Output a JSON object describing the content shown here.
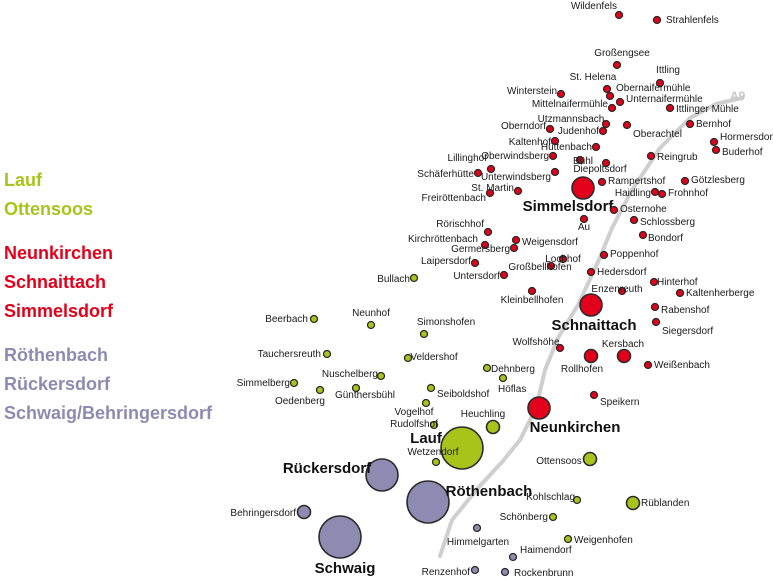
{
  "colors": {
    "green": "#a8c41a",
    "red": "#e2001a",
    "purple": "#8e8ab2",
    "road": "#cfcfcf"
  },
  "legend": [
    {
      "label": "Lauf",
      "group": "green"
    },
    {
      "label": "Ottensoos",
      "group": "green"
    },
    {
      "label": "Neunkirchen",
      "group": "red"
    },
    {
      "label": "Schnaittach",
      "group": "red"
    },
    {
      "label": "Simmelsdorf",
      "group": "red"
    },
    {
      "label": "Röthenbach",
      "group": "purple"
    },
    {
      "label": "Rückersdorf",
      "group": "purple"
    },
    {
      "label": "Schwaig/Behringersdorf",
      "group": "purple"
    }
  ],
  "road_label": "A9",
  "places": [
    {
      "name": "Wildenfels",
      "group": "red",
      "size": "small"
    },
    {
      "name": "Strahlenfels",
      "group": "red",
      "size": "small"
    },
    {
      "name": "Großengsee",
      "group": "red",
      "size": "small"
    },
    {
      "name": "Ittling",
      "group": "red",
      "size": "small"
    },
    {
      "name": "Winterstein",
      "group": "red",
      "size": "small"
    },
    {
      "name": "St. Helena",
      "group": "red",
      "size": "small"
    },
    {
      "name": "Obernaifermühle",
      "group": "red",
      "size": "small"
    },
    {
      "name": "Unternaifermühle",
      "group": "red",
      "size": "small"
    },
    {
      "name": "Mittelnaifermühle",
      "group": "red",
      "size": "small"
    },
    {
      "name": "Ittlinger Mühle",
      "group": "red",
      "size": "small"
    },
    {
      "name": "Utzmannsbach",
      "group": "red",
      "size": "small"
    },
    {
      "name": "Oberndorf",
      "group": "red",
      "size": "small"
    },
    {
      "name": "Judenhof",
      "group": "red",
      "size": "small"
    },
    {
      "name": "Bernhof",
      "group": "red",
      "size": "small"
    },
    {
      "name": "Oberachtel",
      "group": "red",
      "size": "small"
    },
    {
      "name": "Hormersdorf",
      "group": "red",
      "size": "small"
    },
    {
      "name": "Kaltenhof",
      "group": "red",
      "size": "small"
    },
    {
      "name": "Hüttenbach",
      "group": "red",
      "size": "small"
    },
    {
      "name": "Buderhof",
      "group": "red",
      "size": "small"
    },
    {
      "name": "Oberwindsberg",
      "group": "red",
      "size": "small"
    },
    {
      "name": "Reingrub",
      "group": "red",
      "size": "small"
    },
    {
      "name": "Lillinghof",
      "group": "red",
      "size": "small"
    },
    {
      "name": "Bühl",
      "group": "red",
      "size": "small"
    },
    {
      "name": "Diepoltsdorf",
      "group": "red",
      "size": "small"
    },
    {
      "name": "Schäferhütte",
      "group": "red",
      "size": "small"
    },
    {
      "name": "Unterwindsberg",
      "group": "red",
      "size": "small"
    },
    {
      "name": "Rampertshof",
      "group": "red",
      "size": "small"
    },
    {
      "name": "Götzlesberg",
      "group": "red",
      "size": "small"
    },
    {
      "name": "St. Martin",
      "group": "red",
      "size": "small"
    },
    {
      "name": "Haidling",
      "group": "red",
      "size": "small"
    },
    {
      "name": "Frohnhof",
      "group": "red",
      "size": "small"
    },
    {
      "name": "Freiröttenbach",
      "group": "red",
      "size": "small"
    },
    {
      "name": "Simmelsdorf",
      "group": "red",
      "size": "big"
    },
    {
      "name": "Au",
      "group": "red",
      "size": "small"
    },
    {
      "name": "Osternohe",
      "group": "red",
      "size": "small"
    },
    {
      "name": "Schlossberg",
      "group": "red",
      "size": "small"
    },
    {
      "name": "Rörischhof",
      "group": "red",
      "size": "small"
    },
    {
      "name": "Bondorf",
      "group": "red",
      "size": "small"
    },
    {
      "name": "Kirchröttenbach",
      "group": "red",
      "size": "small"
    },
    {
      "name": "Weigensdorf",
      "group": "red",
      "size": "small"
    },
    {
      "name": "Germersberg",
      "group": "red",
      "size": "small"
    },
    {
      "name": "Poppenhof",
      "group": "red",
      "size": "small"
    },
    {
      "name": "Laipersdorf",
      "group": "red",
      "size": "small"
    },
    {
      "name": "Lochhof",
      "group": "red",
      "size": "small"
    },
    {
      "name": "Großbellhofen",
      "group": "red",
      "size": "small"
    },
    {
      "name": "Hedersdorf",
      "group": "red",
      "size": "small"
    },
    {
      "name": "Untersdorf",
      "group": "red",
      "size": "small"
    },
    {
      "name": "Bullach",
      "group": "green",
      "size": "small"
    },
    {
      "name": "Hinterhof",
      "group": "red",
      "size": "small"
    },
    {
      "name": "Enzenreuth",
      "group": "red",
      "size": "small"
    },
    {
      "name": "Kaltenherberge",
      "group": "red",
      "size": "small"
    },
    {
      "name": "Kleinbellhofen",
      "group": "red",
      "size": "small"
    },
    {
      "name": "Rabenshof",
      "group": "red",
      "size": "small"
    },
    {
      "name": "Schnaittach",
      "group": "red",
      "size": "big"
    },
    {
      "name": "Siegersdorf",
      "group": "red",
      "size": "small"
    },
    {
      "name": "Beerbach",
      "group": "green",
      "size": "small"
    },
    {
      "name": "Neunhof",
      "group": "green",
      "size": "small"
    },
    {
      "name": "Simonshofen",
      "group": "green",
      "size": "small"
    },
    {
      "name": "Wolfshöhe",
      "group": "red",
      "size": "small"
    },
    {
      "name": "Kersbach",
      "group": "red",
      "size": "medium"
    },
    {
      "name": "Tauchersreuth",
      "group": "green",
      "size": "small"
    },
    {
      "name": "Veldershof",
      "group": "green",
      "size": "small"
    },
    {
      "name": "Rollhofen",
      "group": "red",
      "size": "medium"
    },
    {
      "name": "Weißenbach",
      "group": "red",
      "size": "small"
    },
    {
      "name": "Nuschelberg",
      "group": "green",
      "size": "small"
    },
    {
      "name": "Dehnberg",
      "group": "green",
      "size": "small"
    },
    {
      "name": "Simmelberg",
      "group": "green",
      "size": "small"
    },
    {
      "name": "Höflas",
      "group": "green",
      "size": "small"
    },
    {
      "name": "Günthersbühl",
      "group": "green",
      "size": "small"
    },
    {
      "name": "Oedenberg",
      "group": "green",
      "size": "small"
    },
    {
      "name": "Seiboldshof",
      "group": "green",
      "size": "small"
    },
    {
      "name": "Speikern",
      "group": "red",
      "size": "small"
    },
    {
      "name": "Vogelhof",
      "group": "green",
      "size": "small"
    },
    {
      "name": "Heuchling",
      "group": "green",
      "size": "medium"
    },
    {
      "name": "Rudolfshof",
      "group": "green",
      "size": "small"
    },
    {
      "name": "Neunkirchen",
      "group": "red",
      "size": "big"
    },
    {
      "name": "Lauf",
      "group": "green",
      "size": "xlarge"
    },
    {
      "name": "Wetzendorf",
      "group": "green",
      "size": "small"
    },
    {
      "name": "Ottensoos",
      "group": "green",
      "size": "medium"
    },
    {
      "name": "Rückersdorf",
      "group": "purple",
      "size": "large"
    },
    {
      "name": "Röthenbach",
      "group": "purple",
      "size": "xlarge"
    },
    {
      "name": "Kohlschlag",
      "group": "green",
      "size": "small"
    },
    {
      "name": "Rüblanden",
      "group": "green",
      "size": "medium"
    },
    {
      "name": "Behringersdorf",
      "group": "purple",
      "size": "medium"
    },
    {
      "name": "Schönberg",
      "group": "green",
      "size": "small"
    },
    {
      "name": "Himmelgarten",
      "group": "purple",
      "size": "small"
    },
    {
      "name": "Weigenhofen",
      "group": "green",
      "size": "small"
    },
    {
      "name": "Schwaig",
      "group": "purple",
      "size": "xlarge"
    },
    {
      "name": "Haimendorf",
      "group": "purple",
      "size": "small"
    },
    {
      "name": "Renzenhof",
      "group": "purple",
      "size": "small"
    },
    {
      "name": "Rockenbrunn",
      "group": "purple",
      "size": "small"
    }
  ]
}
